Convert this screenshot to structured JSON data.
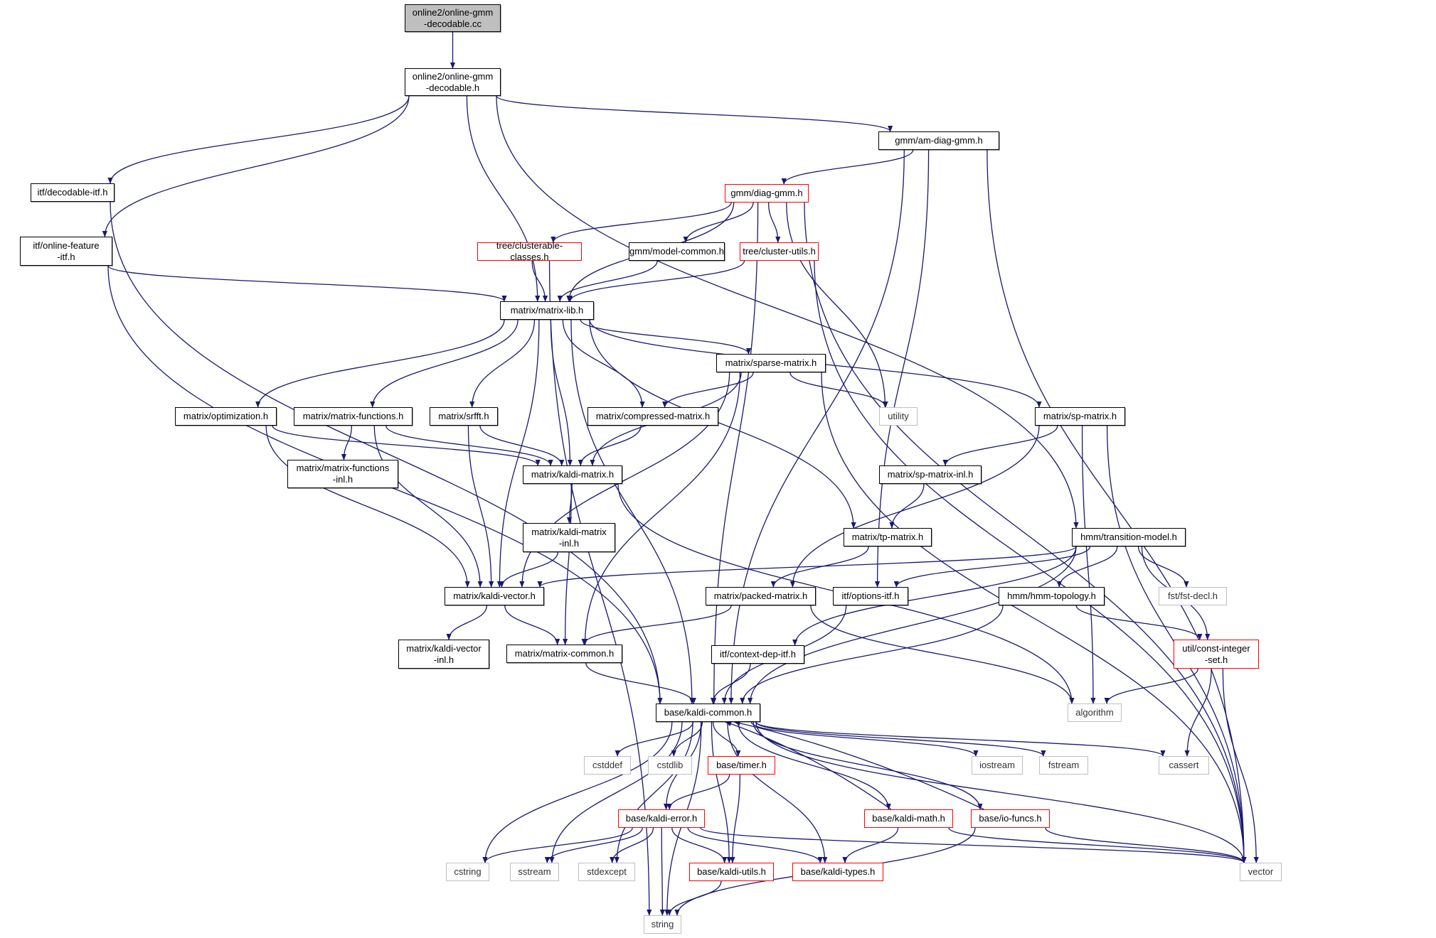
{
  "title": "Include dependency graph for online-gmm-decodable.cc",
  "colors": {
    "edge": "#191970",
    "node_border": "#000000",
    "truncated_border": "#ff0000",
    "system_border": "#bfbfbf",
    "root_fill": "#bfbfbf"
  },
  "nodes": [
    {
      "id": "root",
      "label": "online2/online-gmm\n-decodable.cc",
      "kind": "root"
    },
    {
      "id": "ogd_h",
      "label": "online2/online-gmm\n-decodable.h",
      "kind": "doc"
    },
    {
      "id": "am_diag",
      "label": "gmm/am-diag-gmm.h",
      "kind": "doc"
    },
    {
      "id": "decodable_itf",
      "label": "itf/decodable-itf.h",
      "kind": "doc"
    },
    {
      "id": "diag_gmm",
      "label": "gmm/diag-gmm.h",
      "kind": "trunc"
    },
    {
      "id": "online_feat",
      "label": "itf/online-feature\n-itf.h",
      "kind": "doc"
    },
    {
      "id": "clusterable",
      "label": "tree/clusterable-classes.h",
      "kind": "trunc"
    },
    {
      "id": "model_common",
      "label": "gmm/model-common.h",
      "kind": "doc"
    },
    {
      "id": "cluster_utils",
      "label": "tree/cluster-utils.h",
      "kind": "trunc"
    },
    {
      "id": "matrix_lib",
      "label": "matrix/matrix-lib.h",
      "kind": "doc"
    },
    {
      "id": "sparse",
      "label": "matrix/sparse-matrix.h",
      "kind": "doc"
    },
    {
      "id": "optimization",
      "label": "matrix/optimization.h",
      "kind": "doc"
    },
    {
      "id": "mfunc",
      "label": "matrix/matrix-functions.h",
      "kind": "doc"
    },
    {
      "id": "srfft",
      "label": "matrix/srfft.h",
      "kind": "doc"
    },
    {
      "id": "compressed",
      "label": "matrix/compressed-matrix.h",
      "kind": "doc"
    },
    {
      "id": "utility",
      "label": "utility",
      "kind": "sys"
    },
    {
      "id": "sp_matrix",
      "label": "matrix/sp-matrix.h",
      "kind": "doc"
    },
    {
      "id": "mfunc_inl",
      "label": "matrix/matrix-functions\n-inl.h",
      "kind": "doc"
    },
    {
      "id": "kaldi_matrix",
      "label": "matrix/kaldi-matrix.h",
      "kind": "doc"
    },
    {
      "id": "sp_inl",
      "label": "matrix/sp-matrix-inl.h",
      "kind": "doc"
    },
    {
      "id": "km_inl",
      "label": "matrix/kaldi-matrix\n-inl.h",
      "kind": "doc"
    },
    {
      "id": "tp_matrix",
      "label": "matrix/tp-matrix.h",
      "kind": "doc"
    },
    {
      "id": "transition",
      "label": "hmm/transition-model.h",
      "kind": "doc"
    },
    {
      "id": "kaldi_vector",
      "label": "matrix/kaldi-vector.h",
      "kind": "doc"
    },
    {
      "id": "packed",
      "label": "matrix/packed-matrix.h",
      "kind": "doc"
    },
    {
      "id": "options_itf",
      "label": "itf/options-itf.h",
      "kind": "doc"
    },
    {
      "id": "hmm_topology",
      "label": "hmm/hmm-topology.h",
      "kind": "doc"
    },
    {
      "id": "fst_decl",
      "label": "fst/fst-decl.h",
      "kind": "sys"
    },
    {
      "id": "kv_inl",
      "label": "matrix/kaldi-vector\n-inl.h",
      "kind": "doc"
    },
    {
      "id": "matrix_common",
      "label": "matrix/matrix-common.h",
      "kind": "doc"
    },
    {
      "id": "context_dep",
      "label": "itf/context-dep-itf.h",
      "kind": "doc"
    },
    {
      "id": "const_int_set",
      "label": "util/const-integer\n-set.h",
      "kind": "trunc"
    },
    {
      "id": "kaldi_common",
      "label": "base/kaldi-common.h",
      "kind": "doc"
    },
    {
      "id": "algorithm",
      "label": "algorithm",
      "kind": "sys"
    },
    {
      "id": "cstddef",
      "label": "cstddef",
      "kind": "sys"
    },
    {
      "id": "cstdlib",
      "label": "cstdlib",
      "kind": "sys"
    },
    {
      "id": "timer",
      "label": "base/timer.h",
      "kind": "trunc"
    },
    {
      "id": "iostream",
      "label": "iostream",
      "kind": "sys"
    },
    {
      "id": "fstream",
      "label": "fstream",
      "kind": "sys"
    },
    {
      "id": "cassert",
      "label": "cassert",
      "kind": "sys"
    },
    {
      "id": "kaldi_error",
      "label": "base/kaldi-error.h",
      "kind": "trunc"
    },
    {
      "id": "kaldi_math",
      "label": "base/kaldi-math.h",
      "kind": "trunc"
    },
    {
      "id": "io_funcs",
      "label": "base/io-funcs.h",
      "kind": "trunc"
    },
    {
      "id": "cstring",
      "label": "cstring",
      "kind": "sys"
    },
    {
      "id": "sstream",
      "label": "sstream",
      "kind": "sys"
    },
    {
      "id": "stdexcept",
      "label": "stdexcept",
      "kind": "sys"
    },
    {
      "id": "kaldi_utils",
      "label": "base/kaldi-utils.h",
      "kind": "trunc"
    },
    {
      "id": "kaldi_types",
      "label": "base/kaldi-types.h",
      "kind": "trunc"
    },
    {
      "id": "vector",
      "label": "vector",
      "kind": "sys"
    },
    {
      "id": "string",
      "label": "string",
      "kind": "sys"
    }
  ],
  "edges": [
    [
      "root",
      "ogd_h"
    ],
    [
      "ogd_h",
      "decodable_itf"
    ],
    [
      "ogd_h",
      "online_feat"
    ],
    [
      "ogd_h",
      "matrix_lib"
    ],
    [
      "ogd_h",
      "am_diag"
    ],
    [
      "ogd_h",
      "transition"
    ],
    [
      "decodable_itf",
      "kaldi_common"
    ],
    [
      "online_feat",
      "matrix_lib"
    ],
    [
      "online_feat",
      "kaldi_common"
    ],
    [
      "am_diag",
      "diag_gmm"
    ],
    [
      "am_diag",
      "kaldi_common"
    ],
    [
      "am_diag",
      "options_itf"
    ],
    [
      "am_diag",
      "vector"
    ],
    [
      "diag_gmm",
      "kaldi_common"
    ],
    [
      "diag_gmm",
      "clusterable"
    ],
    [
      "diag_gmm",
      "matrix_lib"
    ],
    [
      "diag_gmm",
      "model_common"
    ],
    [
      "diag_gmm",
      "cluster_utils"
    ],
    [
      "diag_gmm",
      "utility"
    ],
    [
      "diag_gmm",
      "vector"
    ],
    [
      "clusterable",
      "matrix_lib"
    ],
    [
      "clusterable",
      "string"
    ],
    [
      "model_common",
      "matrix_lib"
    ],
    [
      "cluster_utils",
      "matrix_lib"
    ],
    [
      "cluster_utils",
      "vector"
    ],
    [
      "matrix_lib",
      "kaldi_common"
    ],
    [
      "matrix_lib",
      "optimization"
    ],
    [
      "matrix_lib",
      "mfunc"
    ],
    [
      "matrix_lib",
      "srfft"
    ],
    [
      "matrix_lib",
      "kaldi_vector"
    ],
    [
      "matrix_lib",
      "kaldi_matrix"
    ],
    [
      "matrix_lib",
      "compressed"
    ],
    [
      "matrix_lib",
      "sparse"
    ],
    [
      "matrix_lib",
      "tp_matrix"
    ],
    [
      "matrix_lib",
      "sp_matrix"
    ],
    [
      "sparse",
      "compressed"
    ],
    [
      "sparse",
      "kaldi_matrix"
    ],
    [
      "sparse",
      "kaldi_vector"
    ],
    [
      "sparse",
      "matrix_common"
    ],
    [
      "sparse",
      "utility"
    ],
    [
      "sparse",
      "vector"
    ],
    [
      "optimization",
      "kaldi_matrix"
    ],
    [
      "optimization",
      "kaldi_vector"
    ],
    [
      "mfunc",
      "mfunc_inl"
    ],
    [
      "mfunc",
      "kaldi_matrix"
    ],
    [
      "mfunc",
      "kaldi_vector"
    ],
    [
      "srfft",
      "kaldi_matrix"
    ],
    [
      "srfft",
      "kaldi_vector"
    ],
    [
      "compressed",
      "kaldi_matrix"
    ],
    [
      "kaldi_matrix",
      "km_inl"
    ],
    [
      "kaldi_matrix",
      "matrix_common"
    ],
    [
      "kaldi_matrix",
      "algorithm"
    ],
    [
      "km_inl",
      "kaldi_vector"
    ],
    [
      "sp_matrix",
      "sp_inl"
    ],
    [
      "sp_matrix",
      "packed"
    ],
    [
      "sp_matrix",
      "algorithm"
    ],
    [
      "sp_matrix",
      "vector"
    ],
    [
      "sp_inl",
      "tp_matrix"
    ],
    [
      "tp_matrix",
      "packed"
    ],
    [
      "transition",
      "kaldi_vector"
    ],
    [
      "transition",
      "options_itf"
    ],
    [
      "transition",
      "context_dep"
    ],
    [
      "transition",
      "kaldi_common"
    ],
    [
      "transition",
      "hmm_topology"
    ],
    [
      "transition",
      "const_int_set"
    ],
    [
      "transition",
      "fst_decl"
    ],
    [
      "kaldi_vector",
      "kv_inl"
    ],
    [
      "kaldi_vector",
      "matrix_common"
    ],
    [
      "packed",
      "matrix_common"
    ],
    [
      "packed",
      "algorithm"
    ],
    [
      "options_itf",
      "kaldi_common"
    ],
    [
      "hmm_topology",
      "kaldi_common"
    ],
    [
      "hmm_topology",
      "const_int_set"
    ],
    [
      "const_int_set",
      "algorithm"
    ],
    [
      "const_int_set",
      "cassert"
    ],
    [
      "const_int_set",
      "vector"
    ],
    [
      "matrix_common",
      "kaldi_common"
    ],
    [
      "context_dep",
      "kaldi_common"
    ],
    [
      "kaldi_common",
      "cstddef"
    ],
    [
      "kaldi_common",
      "cstdlib"
    ],
    [
      "kaldi_common",
      "timer"
    ],
    [
      "kaldi_common",
      "iostream"
    ],
    [
      "kaldi_common",
      "fstream"
    ],
    [
      "kaldi_common",
      "cassert"
    ],
    [
      "kaldi_common",
      "vector"
    ],
    [
      "kaldi_common",
      "cstring"
    ],
    [
      "kaldi_common",
      "sstream"
    ],
    [
      "kaldi_common",
      "stdexcept"
    ],
    [
      "kaldi_common",
      "kaldi_error"
    ],
    [
      "kaldi_common",
      "kaldi_utils"
    ],
    [
      "kaldi_common",
      "kaldi_types"
    ],
    [
      "kaldi_common",
      "kaldi_math"
    ],
    [
      "kaldi_common",
      "io_funcs"
    ],
    [
      "kaldi_common",
      "string"
    ],
    [
      "timer",
      "kaldi_error"
    ],
    [
      "timer",
      "kaldi_utils"
    ],
    [
      "kaldi_error",
      "cstring"
    ],
    [
      "kaldi_error",
      "sstream"
    ],
    [
      "kaldi_error",
      "stdexcept"
    ],
    [
      "kaldi_error",
      "string"
    ],
    [
      "kaldi_error",
      "kaldi_utils"
    ],
    [
      "kaldi_error",
      "kaldi_types"
    ],
    [
      "kaldi_error",
      "vector"
    ],
    [
      "kaldi_math",
      "kaldi_common"
    ],
    [
      "kaldi_math",
      "kaldi_types"
    ],
    [
      "kaldi_math",
      "vector"
    ],
    [
      "io_funcs",
      "kaldi_common"
    ],
    [
      "io_funcs",
      "string"
    ],
    [
      "io_funcs",
      "vector"
    ],
    [
      "kaldi_utils",
      "string"
    ]
  ]
}
